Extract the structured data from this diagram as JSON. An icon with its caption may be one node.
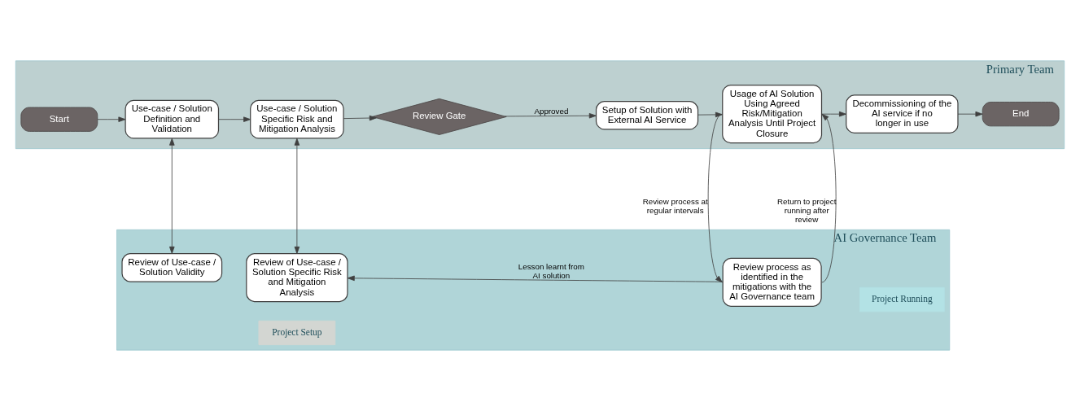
{
  "diagram": {
    "nodes": [
      {
        "text": [
          "Primary Team"
        ]
      },
      {
        "text": [
          "AI Governance Team"
        ]
      },
      {
        "text": [
          "Start"
        ],
        "in": 0
      },
      {
        "text": [
          "Use-case / Solution Definition and Validation"
        ],
        "in": 0
      },
      {
        "text": [
          "Use-case / Solution Specific Risk and Mitigation Analysis"
        ],
        "in": 0
      },
      {
        "text": [
          "Review Gate"
        ],
        "in": 0
      },
      {
        "text": [
          "Setup of Solution with External AI Service"
        ],
        "in": 0
      },
      {
        "text": [
          "Usage of AI Solution Using Agreed Risk/Mitigation Analysis Until Project Closure"
        ],
        "in": 0
      },
      {
        "text": [
          "Decommissioning of the AI service if no longer in use"
        ],
        "in": 0
      },
      {
        "text": [
          "End"
        ],
        "in": 0
      },
      {
        "text": [
          "Review of Use-case / Solution Validity"
        ],
        "in": 1
      },
      {
        "text": [
          "Review of Use-case / Solution Specific Risk and Mitigation Analysis"
        ],
        "in": 1
      },
      {
        "text": [
          "Review process as identified in the mitigations with the AI Governance team"
        ],
        "in": 1
      },
      {
        "text": [
          "Project Setup"
        ],
        "in": 1
      },
      {
        "text": [
          "Project Running"
        ],
        "in": 1
      }
    ],
    "edges": [
      {
        "from": 2,
        "to": 3,
        "arrow": "to"
      },
      {
        "from": 3,
        "to": 4,
        "arrow": "to"
      },
      {
        "from": 4,
        "to": 5,
        "arrow": "to"
      },
      {
        "from": 5,
        "to": 6,
        "arrow": "to",
        "label": "Approved"
      },
      {
        "from": 6,
        "to": 7,
        "arrow": "to"
      },
      {
        "from": 7,
        "to": 8,
        "arrow": "to"
      },
      {
        "from": 8,
        "to": 9,
        "arrow": "to"
      },
      {
        "from": 3,
        "to": 10,
        "arrow": "both"
      },
      {
        "from": 4,
        "to": 11,
        "arrow": "both"
      },
      {
        "from": 7,
        "to": 12,
        "arrow": "to",
        "label": "Review process at regular intervals"
      },
      {
        "from": 12,
        "to": 7,
        "arrow": "to",
        "label": "Return to project running after review"
      },
      {
        "from": 12,
        "to": 11,
        "arrow": "to",
        "label": "Lesson learnt from AI solution"
      }
    ]
  }
}
